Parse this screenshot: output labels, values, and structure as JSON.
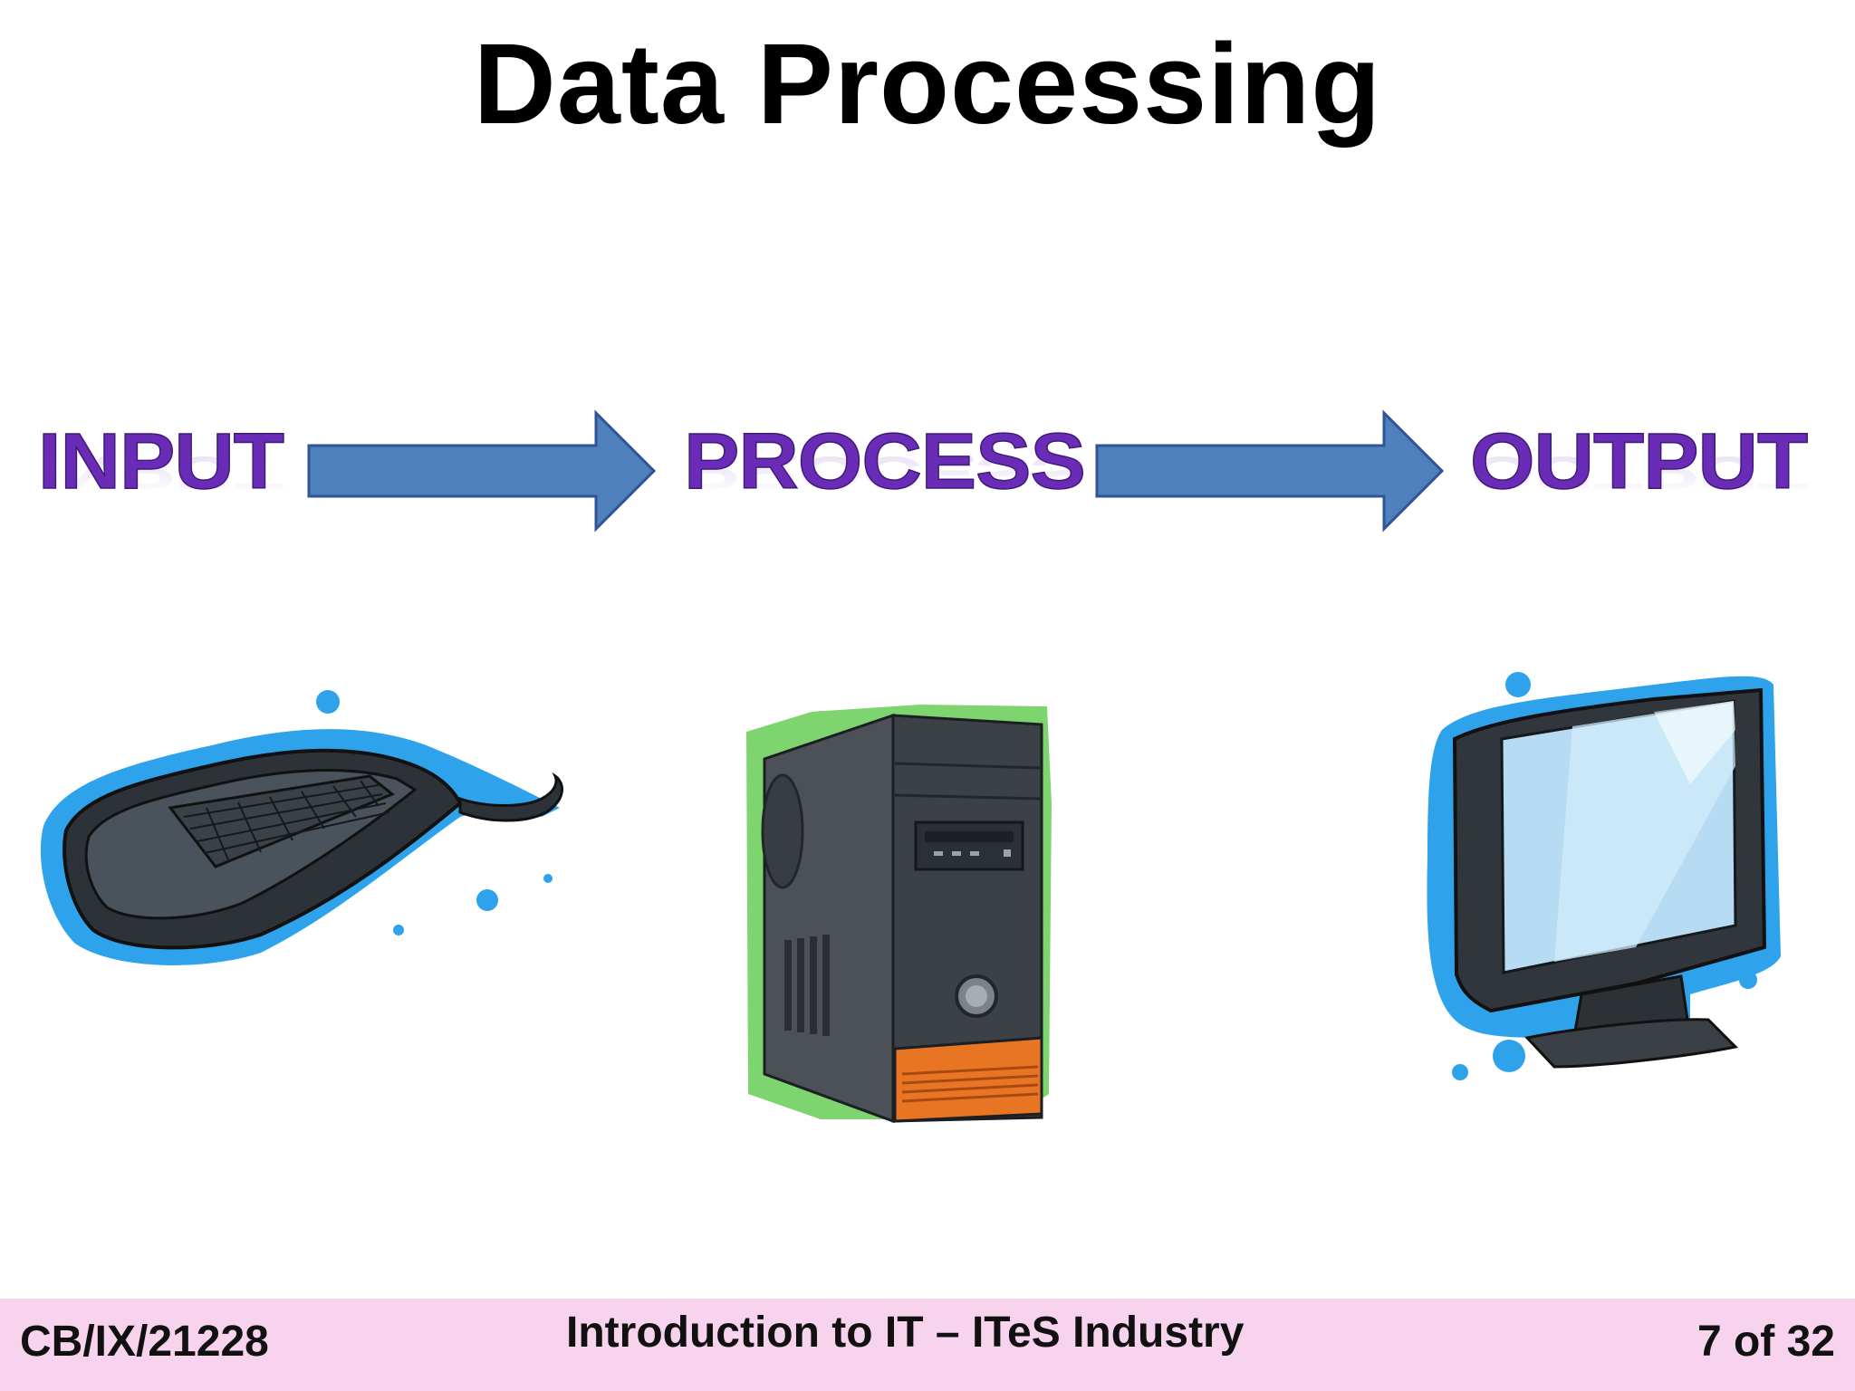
{
  "slide": {
    "title": "Data Processing"
  },
  "flow": {
    "stages": [
      "INPUT",
      "PROCESS",
      "OUTPUT"
    ],
    "stage_color": "#6a2cb6",
    "arrow_color": "#4f81bd"
  },
  "devices": {
    "input": "keyboard-icon",
    "process": "cpu-tower-icon",
    "output": "monitor-icon"
  },
  "footer": {
    "code": "CB/IX/2122",
    "code_suffix": "8",
    "course": "Introduction to IT – ITeS Industry",
    "page": "7 of 32"
  }
}
